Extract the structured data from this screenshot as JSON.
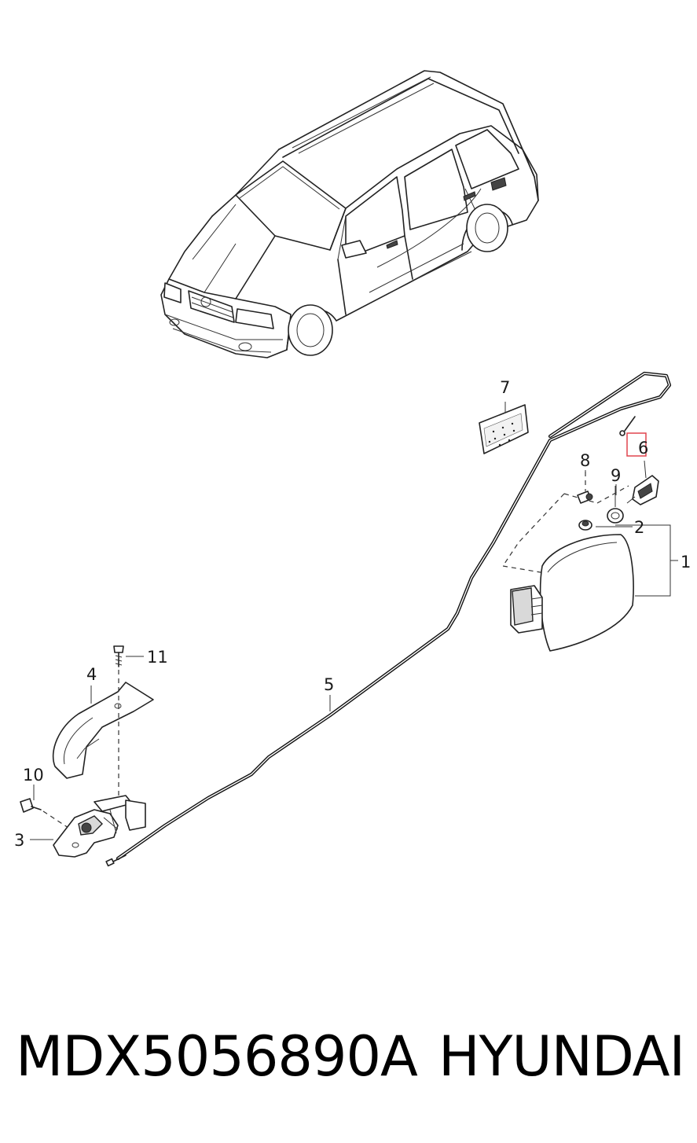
{
  "diagram": {
    "callouts": [
      {
        "id": "1",
        "label": "1"
      },
      {
        "id": "2",
        "label": "2"
      },
      {
        "id": "3",
        "label": "3"
      },
      {
        "id": "4",
        "label": "4"
      },
      {
        "id": "5",
        "label": "5"
      },
      {
        "id": "6",
        "label": "6"
      },
      {
        "id": "7",
        "label": "7"
      },
      {
        "id": "8",
        "label": "8"
      },
      {
        "id": "9",
        "label": "9"
      },
      {
        "id": "10",
        "label": "10"
      },
      {
        "id": "11",
        "label": "11"
      }
    ],
    "highlighted_callout": "6",
    "highlight_color": "#e0454f"
  },
  "footer": {
    "part_number": "MDX5056890A",
    "brand": "HYUNDAI"
  }
}
